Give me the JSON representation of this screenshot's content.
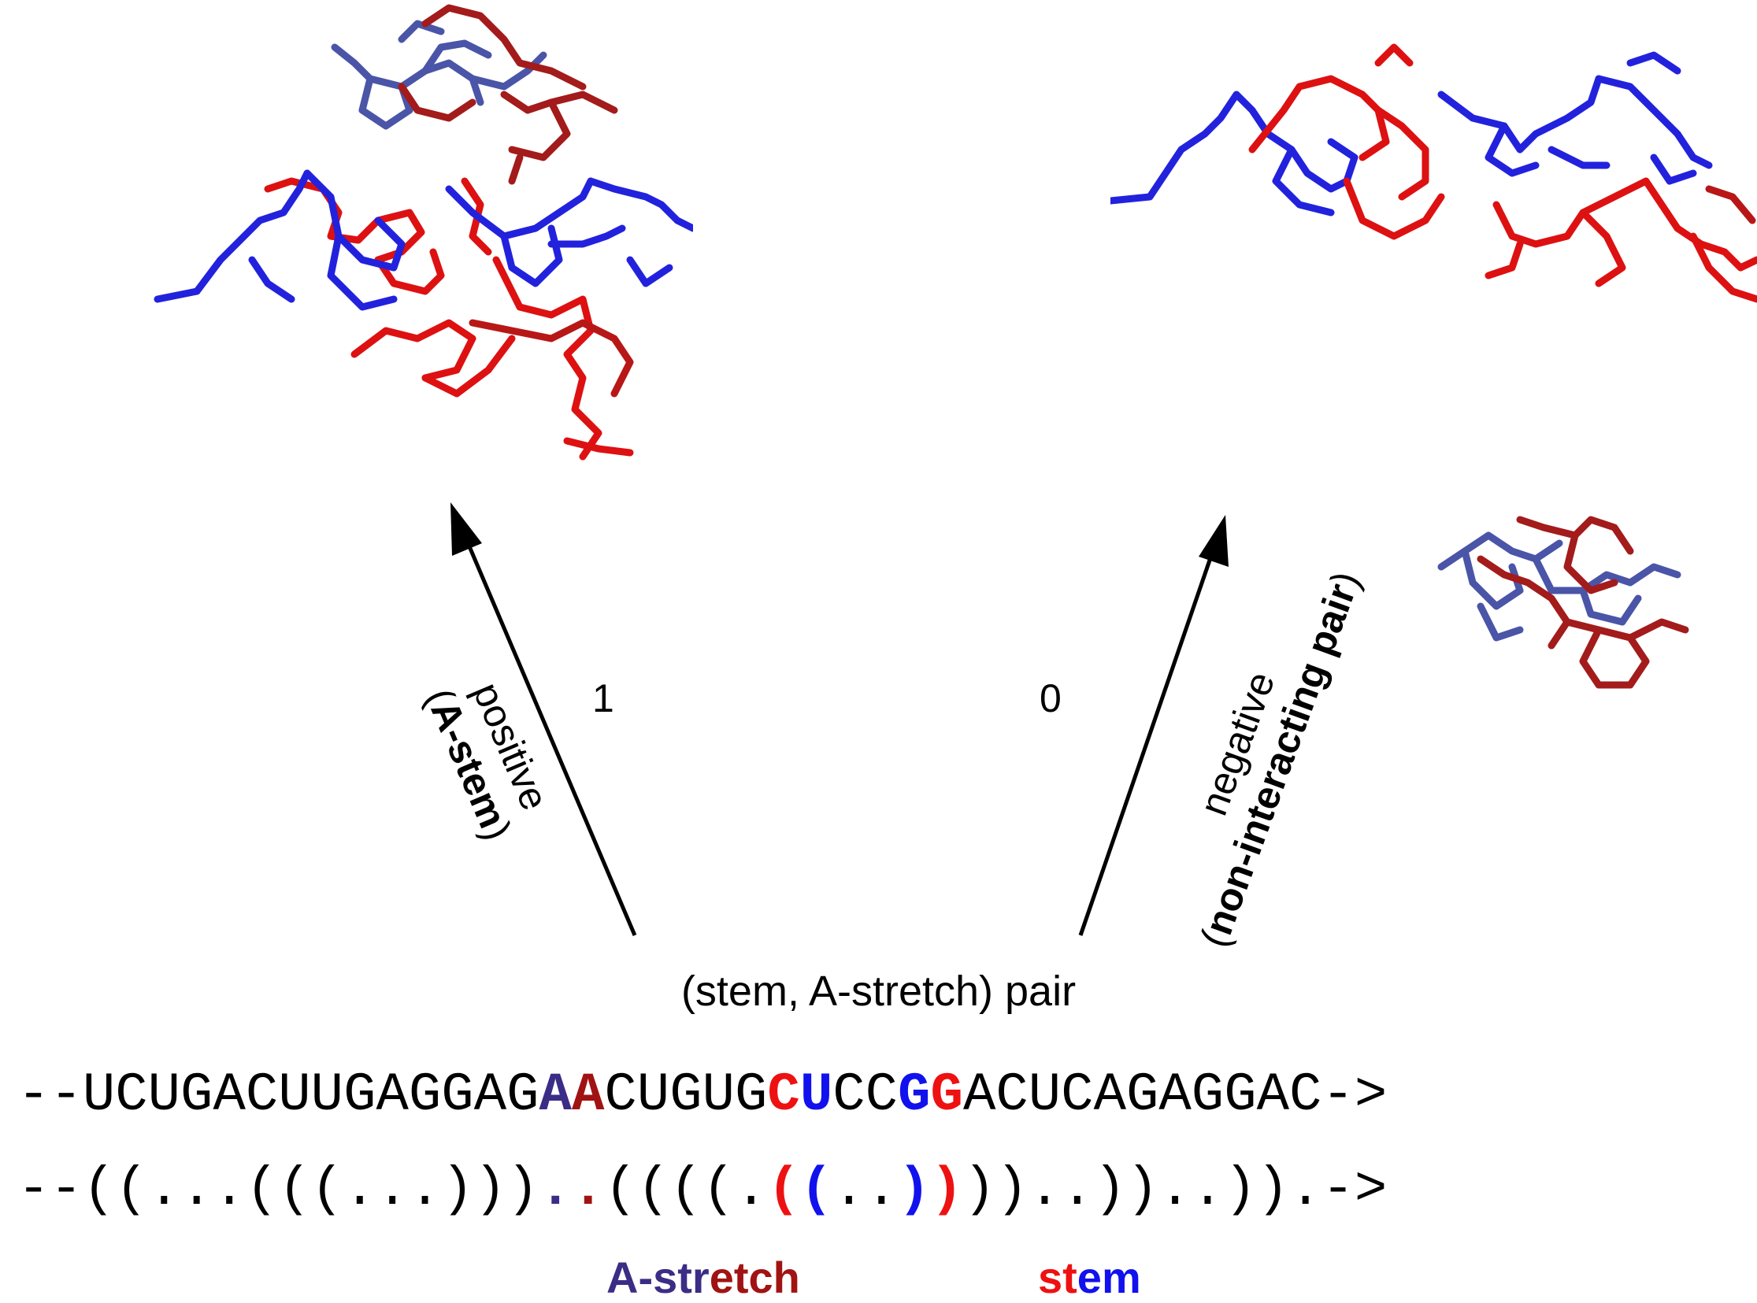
{
  "edges": {
    "positive": {
      "weight": "1",
      "label_open": "(",
      "label_word": "positive",
      "label_bold": "A-stem",
      "label_close": ")"
    },
    "negative": {
      "weight": "0",
      "label_open": "(",
      "label_word": "negative",
      "label_bold": "non-interacting pair",
      "label_close": ")"
    }
  },
  "source_label": "(stem, A-stretch) pair",
  "sequence": {
    "prefix": "--",
    "before": "UCUGACUUGAGGAG",
    "a1": "A",
    "a2": "A",
    "middle": "CUGUG",
    "c": "C",
    "u": "U",
    "between": "CC",
    "g1": "G",
    "g2": "G",
    "after": "ACUCAGAGGAC",
    "suffix": "->"
  },
  "structure": {
    "prefix": "--",
    "before": "((...(((...)))",
    "d1": ".",
    "d2": ".",
    "middle": "((((.",
    "p1": "(",
    "p2": "(",
    "between": "..",
    "p3": ")",
    "p4": ")",
    "after": "))..))..)).",
    "suffix": "->"
  },
  "labels": {
    "astretch_part1": "A-str",
    "astretch_part2": "etch",
    "stem_part1": "st",
    "stem_part2": "em"
  },
  "colors": {
    "dark_blue": "#3b2d86",
    "dark_red": "#a11313",
    "red": "#ee1111",
    "blue": "#1111ee",
    "mol_blue": "#2222dd",
    "mol_red": "#dd1111",
    "mol_slate": "#4a55a8",
    "mol_darkred": "#a31b1b"
  }
}
